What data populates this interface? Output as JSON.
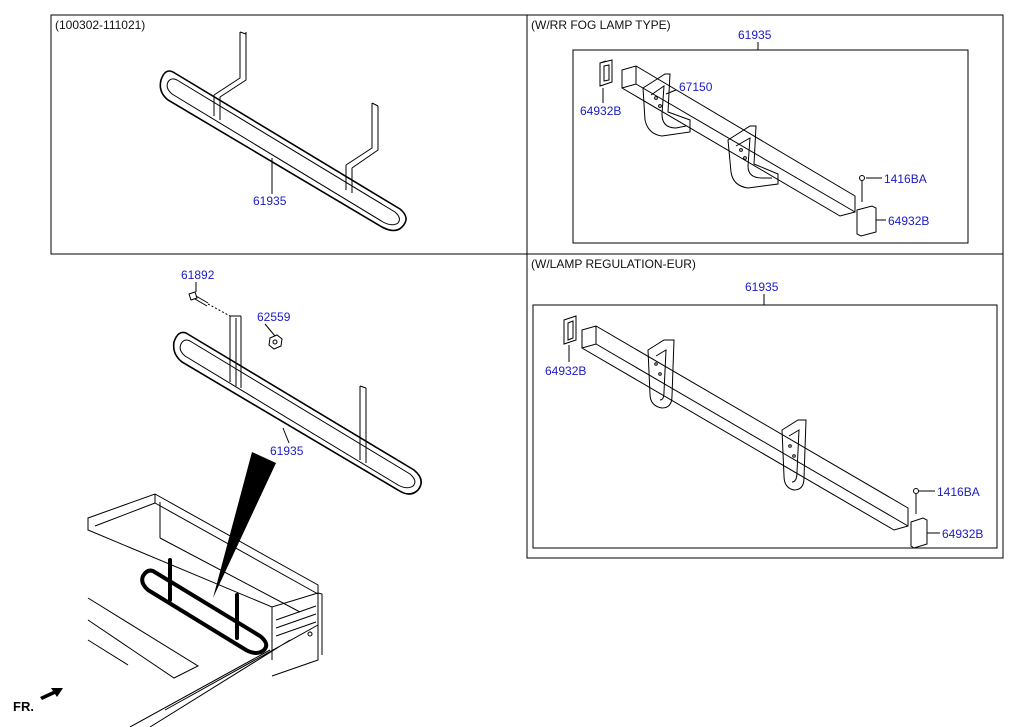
{
  "panels": {
    "top_left": {
      "caption": "(100302-111021)",
      "part": "61935"
    },
    "top_right": {
      "caption": "(W/RR FOG LAMP TYPE)",
      "group_part": "61935",
      "parts": [
        "64932B",
        "67150",
        "1416BA",
        "64932B"
      ]
    },
    "bottom_right": {
      "caption": "(W/LAMP REGULATION-EUR)",
      "group_part": "61935",
      "parts": [
        "64932B",
        "1416BA",
        "64932B"
      ]
    },
    "bottom_left": {
      "parts": [
        "61892",
        "62559",
        "61935"
      ]
    }
  },
  "direction_label": "FR.",
  "colors": {
    "part_number": "#1a1ac8",
    "line": "#000000",
    "background": "#ffffff"
  },
  "icons": {
    "direction": "front-arrow-icon"
  }
}
